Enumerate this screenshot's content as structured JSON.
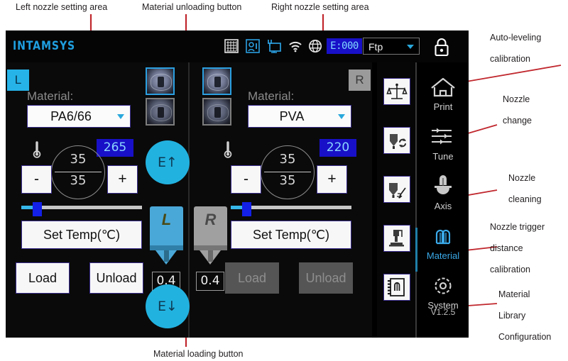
{
  "annotations": {
    "top": [
      {
        "id": "left-nozzle-setting-area",
        "text": "Left nozzle setting area"
      },
      {
        "id": "material-unloading-button",
        "text": "Material unloading button"
      },
      {
        "id": "right-nozzle-setting-area",
        "text": "Right nozzle setting area"
      }
    ],
    "right": [
      {
        "id": "auto-leveling-calibration",
        "line1": "Auto-leveling",
        "line2": "calibration"
      },
      {
        "id": "nozzle-change",
        "line1": "Nozzle",
        "line2": "change"
      },
      {
        "id": "nozzle-cleaning",
        "line1": "Nozzle",
        "line2": "cleaning"
      },
      {
        "id": "nozzle-trigger-distance-calibration",
        "line1": "Nozzle trigger",
        "line2": "distance",
        "line3": "calibration"
      },
      {
        "id": "material-library-configuration",
        "line1": "Material",
        "line2": "Library",
        "line3": "Configuration"
      }
    ],
    "bottom": [
      {
        "id": "material-loading-button",
        "text": "Material loading button"
      }
    ]
  },
  "device": {
    "topbar": {
      "logo": "INTAMSYS",
      "icons": [
        {
          "name": "grid-icon",
          "label": "grid"
        },
        {
          "name": "print-job-icon",
          "label": "job"
        },
        {
          "name": "network-monitor-icon",
          "label": "monitor"
        },
        {
          "name": "wifi-icon",
          "label": "wifi"
        },
        {
          "name": "globe-icon",
          "label": "globe"
        }
      ],
      "e_badge": "E:000",
      "connection_value": "Ftp",
      "lock_icon": "lock-icon"
    },
    "left_panel": {
      "tab_label": "L",
      "material_label": "Material:",
      "material_value": "PA6/66",
      "target_temp": "265",
      "gauge_top": "35",
      "gauge_bottom": "35",
      "minus_label": "-",
      "plus_label": "+",
      "set_temp_label": "Set Temp(℃)",
      "load_label": "Load",
      "unload_label": "Unload",
      "load_enabled": true
    },
    "right_panel": {
      "tab_label": "R",
      "material_label": "Material:",
      "material_value": "PVA",
      "target_temp": "220",
      "gauge_top": "35",
      "gauge_bottom": "35",
      "minus_label": "-",
      "plus_label": "+",
      "set_temp_label": "Set Temp(℃)",
      "load_label": "Load",
      "unload_label": "Unload",
      "load_enabled": false
    },
    "center": {
      "extrude_up_label": "E↑",
      "extrude_down_label": "E↓",
      "left_nozzle_letter": "L",
      "right_nozzle_letter": "R",
      "left_nozzle_caliber": "0.4",
      "right_nozzle_caliber": "0.4"
    },
    "tool_column": [
      {
        "name": "auto-leveling-button",
        "icon": "balance-scale-icon"
      },
      {
        "name": "nozzle-change-button",
        "icon": "nozzle-swap-icon"
      },
      {
        "name": "nozzle-cleaning-button",
        "icon": "nozzle-brush-icon"
      },
      {
        "name": "nozzle-trigger-distance-button",
        "icon": "nozzle-probe-icon"
      },
      {
        "name": "material-library-button",
        "icon": "material-book-icon"
      }
    ],
    "nav": {
      "items": [
        {
          "name": "nav-print",
          "label": "Print",
          "icon": "home-icon",
          "active": false
        },
        {
          "name": "nav-tune",
          "label": "Tune",
          "icon": "sliders-icon",
          "active": false
        },
        {
          "name": "nav-axis",
          "label": "Axis",
          "icon": "axis-icon",
          "active": false
        },
        {
          "name": "nav-material",
          "label": "Material",
          "icon": "spool-pair-icon",
          "active": true
        },
        {
          "name": "nav-system",
          "label": "System",
          "icon": "gear-icon",
          "active": false
        }
      ],
      "version": "V1.2.5"
    }
  },
  "colors": {
    "accent_cyan": "#26b3e8",
    "badge_blue": "#1810c8",
    "nav_active": "#3aa9e8",
    "arrow_red": "#c0272d"
  }
}
